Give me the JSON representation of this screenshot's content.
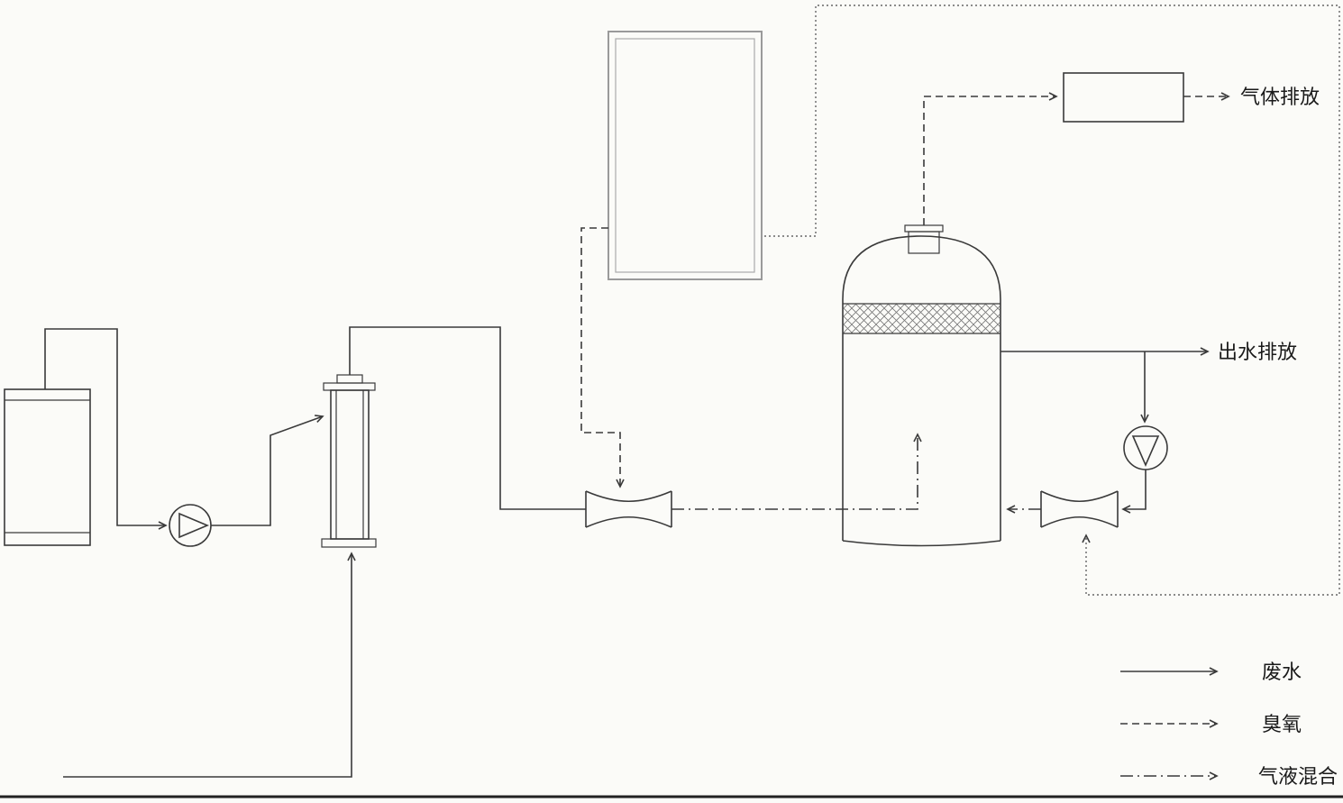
{
  "labels": {
    "gas_discharge": "气体排放",
    "water_discharge": "出水排放"
  },
  "legend": {
    "items": [
      {
        "line_style": "solid",
        "label": "废水"
      },
      {
        "line_style": "dashed",
        "label": "臭氧"
      },
      {
        "line_style": "dash-dot",
        "label": "气液混合"
      }
    ]
  },
  "colors": {
    "line": "#3a3a3a",
    "cabinet_stroke": "#9a9a9a",
    "background": "#fbfbf8",
    "text": "#1a1a1a"
  }
}
